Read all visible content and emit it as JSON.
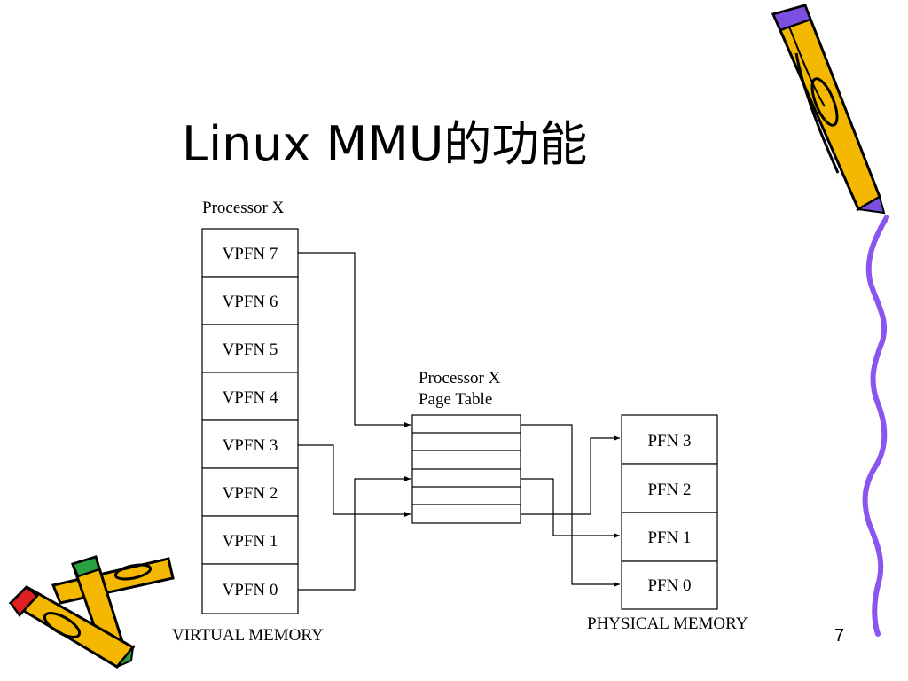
{
  "title": "Linux MMU的功能",
  "page_number": "7",
  "diagram": {
    "processor_label": "Processor X",
    "virtual_memory_label": "VIRTUAL MEMORY",
    "virtual_pages": [
      "VPFN 7",
      "VPFN 6",
      "VPFN 5",
      "VPFN 4",
      "VPFN 3",
      "VPFN 2",
      "VPFN 1",
      "VPFN 0"
    ],
    "page_table_label_line1": "Processor X",
    "page_table_label_line2": "Page Table",
    "physical_memory_label": "PHYSICAL MEMORY",
    "physical_pages": [
      "PFN 3",
      "PFN 2",
      "PFN 1",
      "PFN 0"
    ]
  },
  "decorations": {
    "accent_colors": {
      "pencil_body": "#f5b800",
      "pencil_outline": "#000000",
      "eraser_purple": "#7b4fe0",
      "squiggle_purple": "#8a55ee",
      "pencil_red": "#e02020",
      "pencil_green": "#2aa040"
    }
  }
}
